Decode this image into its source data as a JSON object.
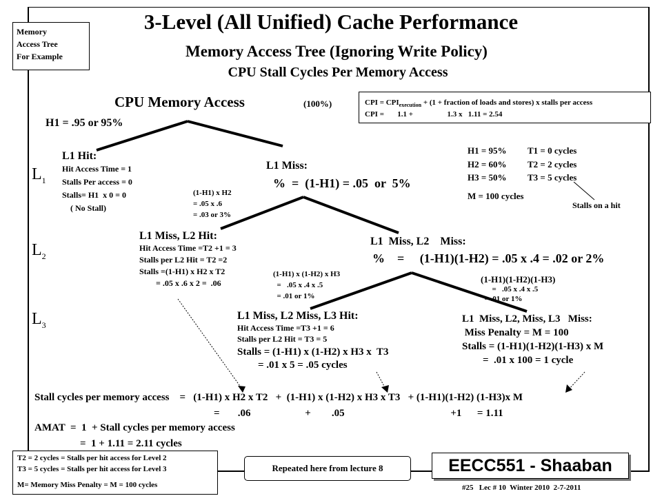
{
  "header": {
    "title": "3-Level (All Unified) Cache Performance",
    "subtitle1": "Memory Access Tree (Ignoring Write Policy)",
    "subtitle2": "CPU  Stall Cycles Per Memory Access"
  },
  "corner_note": [
    "Memory",
    "Access Tree",
    "For Example"
  ],
  "cpi_box": {
    "line1_prefix": "CPI = CPI",
    "line1_sub": "execution",
    "line1_rest": "  +  (1 + fraction of loads and stores) x stalls per access",
    "line2": "CPI =       1.1 +                  1.3 x   1.11 = 2.54"
  },
  "root": {
    "label": "CPU Memory  Access",
    "pct": "(100%)",
    "h1": "H1 = .95 or  95%"
  },
  "levels": {
    "l1": "L",
    "l1_sub": "1",
    "l2": "L",
    "l2_sub": "2",
    "l3": "L",
    "l3_sub": "3"
  },
  "l1_hit": {
    "title": "L1  Hit:",
    "lines": [
      "Hit Access Time = 1",
      "Stalls Per access = 0",
      "Stalls= H1  x 0 = 0",
      "    ( No Stall)"
    ]
  },
  "l1_miss": {
    "title": "L1  Miss:",
    "line": "%  =  (1-H1) = .05  or  5%"
  },
  "l1_miss_calc": [
    "(1-H1) x H2",
    "= .05 x .6",
    "= .03 or 3%"
  ],
  "params": {
    "h_lines": [
      "H1  = 95%",
      "H2  = 60%",
      "H3  = 50%"
    ],
    "t_lines": [
      "T1  = 0 cycles",
      "T2 = 2 cycles",
      "T3 = 5 cycles"
    ],
    "m": "M = 100 cycles",
    "stalls_note": "Stalls on a hit"
  },
  "l2_hit": {
    "title": "L1  Miss, L2  Hit:",
    "lines": [
      "Hit Access Time =T2 +1 = 3",
      "Stalls per L2 Hit = T2 =2",
      "Stalls =(1-H1) x H2 x T2",
      "        = .05 x .6 x 2 =  .06"
    ]
  },
  "l2_miss": {
    "title": "L1  Miss, L2    Miss:",
    "line": "%    =     (1-H1)(1-H2) = .05 x .4 = .02 or 2%"
  },
  "l3_hit_calc": [
    "(1-H1) x (1-H2) x H3",
    "  =   .05 x .4 x .5",
    "  = .01 or 1%"
  ],
  "l3_miss_calc": [
    "(1-H1)(1-H2)(1-H3)",
    "      =   .05 x .4 x .5",
    "  = .01 or 1%"
  ],
  "l3_hit": {
    "title": "L1  Miss, L2 Miss, L3  Hit:",
    "lines": [
      "Hit Access Time =T3 +1 = 6",
      "Stalls per L2 Hit = T3 = 5"
    ],
    "stalls1": "Stalls = (1-H1) x (1-H2) x H3 x  T3",
    "stalls2": "        = .01 x 5 = .05 cycles"
  },
  "l3_miss": {
    "title": "L1  Miss, L2, Miss, L3   Miss:",
    "line1": " Miss Penalty = M = 100",
    "line2": "Stalls = (1-H1)(1-H2)(1-H3) x M",
    "line3": "        =  .01 x 100 = 1 cycle"
  },
  "summary": {
    "line1": "Stall cycles per memory access    =   (1-H1) x H2 x T2   +  (1-H1) x (1-H2) x H3 x T3   + (1-H1)(1-H2) (1-H3)x M",
    "line2": "=       .06                     +        .05                                         +1      = 1.11",
    "amat1": "AMAT  =  1  + Stall cycles per memory access",
    "amat2": "=  1 + 1.11 = 2.11 cycles"
  },
  "footer_note": [
    "T2 = 2 cycles = Stalls per hit access for Level 2",
    "T3  = 5 cycles =  Stalls per hit access for Level 3",
    "M= Memory Miss Penalty = M = 100 cycles"
  ],
  "repeated": "Repeated here from lecture 8",
  "course": "EECC551 - Shaaban",
  "lecture": "#25   Lec # 10  Winter 2010  2-7-2011"
}
